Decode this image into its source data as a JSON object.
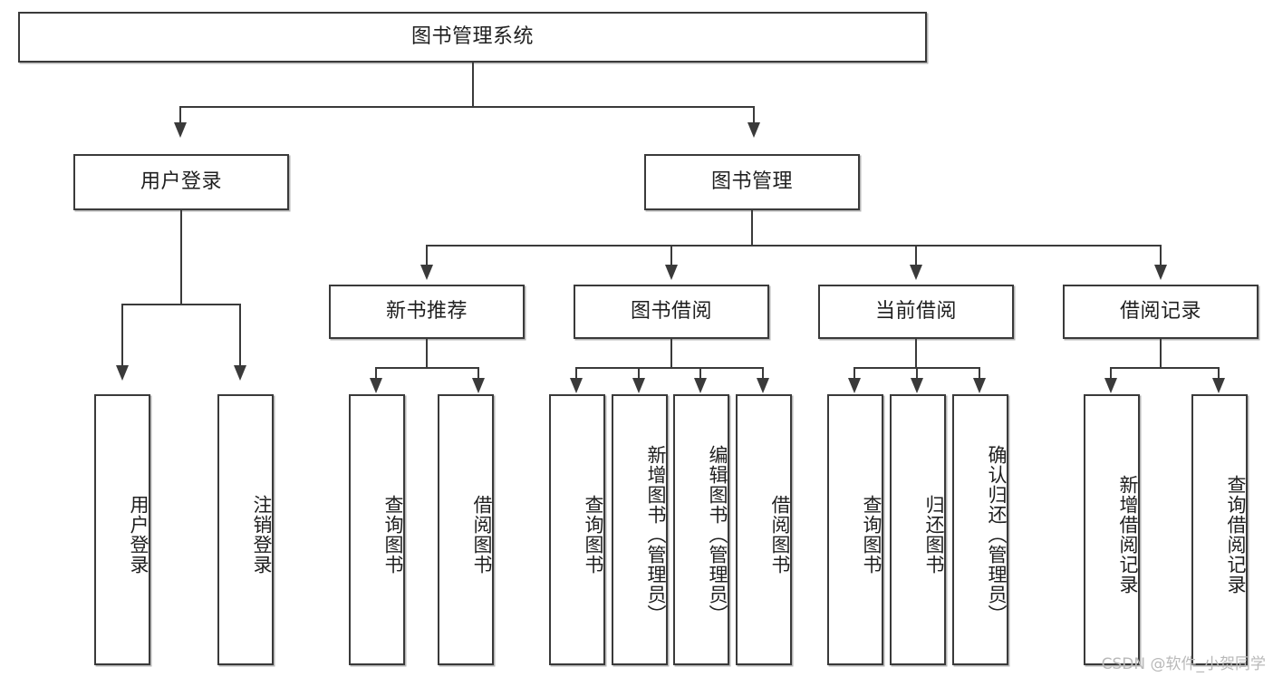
{
  "diagram": {
    "title": "图书管理系统",
    "type": "功能结构图",
    "root": {
      "label": "图书管理系统"
    },
    "level2": [
      {
        "label": "用户登录"
      },
      {
        "label": "图书管理"
      }
    ],
    "level3": [
      {
        "label": "新书推荐"
      },
      {
        "label": "图书借阅"
      },
      {
        "label": "当前借阅"
      },
      {
        "label": "借阅记录"
      }
    ],
    "leaves": {
      "user_login": [
        {
          "label": "用户登录"
        },
        {
          "label": "注销登录"
        }
      ],
      "new_book_recommend": [
        {
          "label": "查询图书"
        },
        {
          "label": "借阅图书"
        }
      ],
      "book_borrow": [
        {
          "label": "查询图书"
        },
        {
          "label": "新增图书（管理员）"
        },
        {
          "label": "编辑图书（管理员）"
        },
        {
          "label": "借阅图书"
        }
      ],
      "current_borrow": [
        {
          "label": "查询图书"
        },
        {
          "label": "归还图书"
        },
        {
          "label": "确认归还（管理员）"
        }
      ],
      "borrow_record": [
        {
          "label": "新增借阅记录"
        },
        {
          "label": "查询借阅记录"
        }
      ]
    }
  },
  "watermark": {
    "text": "CSDN @软件_小贺同学"
  },
  "colors": {
    "stroke": "#3a3a3a",
    "text": "#1f1f1f",
    "background": "#ffffff",
    "watermark": "#b9b9b9"
  }
}
